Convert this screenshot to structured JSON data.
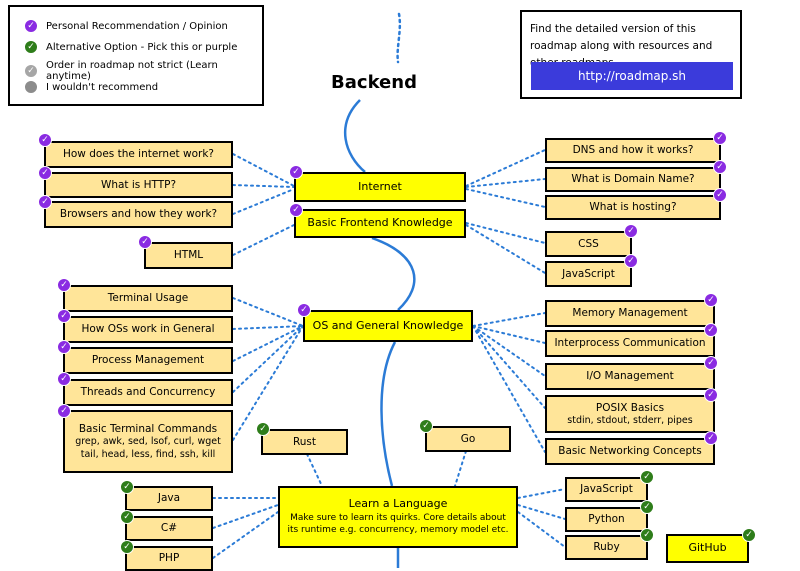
{
  "colors": {
    "personal": "#8a2be2",
    "alternative": "#2e7d1a",
    "order": "#a6a6a6",
    "not_recommended": "#8c8c8c",
    "topic": "#ffff00",
    "subtopic": "#ffe599",
    "path": "#2b7bd6",
    "link_button": "#3b3bdb"
  },
  "legend": {
    "items": [
      {
        "icon": "check-circle-purple",
        "label": "Personal Recommendation / Opinion"
      },
      {
        "icon": "check-circle-green",
        "label": "Alternative Option - Pick this or purple"
      },
      {
        "icon": "check-circle-grey",
        "label": "Order in roadmap not strict (Learn anytime)"
      },
      {
        "icon": "circle-grey",
        "label": "I wouldn't recommend"
      }
    ]
  },
  "info": {
    "text": "Find the detailed version of this roadmap along with resources and other roadmaps",
    "link": "http://roadmap.sh"
  },
  "title": "Backend",
  "nodes": {
    "internet": "Internet",
    "frontend": "Basic Frontend Knowledge",
    "how_internet": "How does the internet work?",
    "http": "What is HTTP?",
    "browsers": "Browsers and how they work?",
    "html": "HTML",
    "dns": "DNS and how it works?",
    "domain": "What is Domain Name?",
    "hosting": "What is hosting?",
    "css": "CSS",
    "javascript": "JavaScript",
    "os": "OS and General Knowledge",
    "terminal": "Terminal Usage",
    "os_work": "How OSs work in General",
    "process": "Process Management",
    "threads": "Threads and Concurrency",
    "terminal_cmds": "Basic Terminal Commands",
    "terminal_cmds_sub": "grep, awk, sed, lsof, curl, wget tail, head, less, find, ssh, kill",
    "memory": "Memory Management",
    "ipc": "Interprocess Communication",
    "io": "I/O Management",
    "posix": "POSIX Basics",
    "posix_sub": "stdin, stdout, stderr, pipes",
    "networking": "Basic Networking Concepts",
    "language": "Learn a Language",
    "language_sub": "Make sure to learn its quirks. Core details about its runtime e.g. concurrency, memory model etc.",
    "rust": "Rust",
    "go": "Go",
    "java": "Java",
    "csharp": "C#",
    "php": "PHP",
    "js2": "JavaScript",
    "python": "Python",
    "ruby": "Ruby",
    "github": "GitHub"
  }
}
